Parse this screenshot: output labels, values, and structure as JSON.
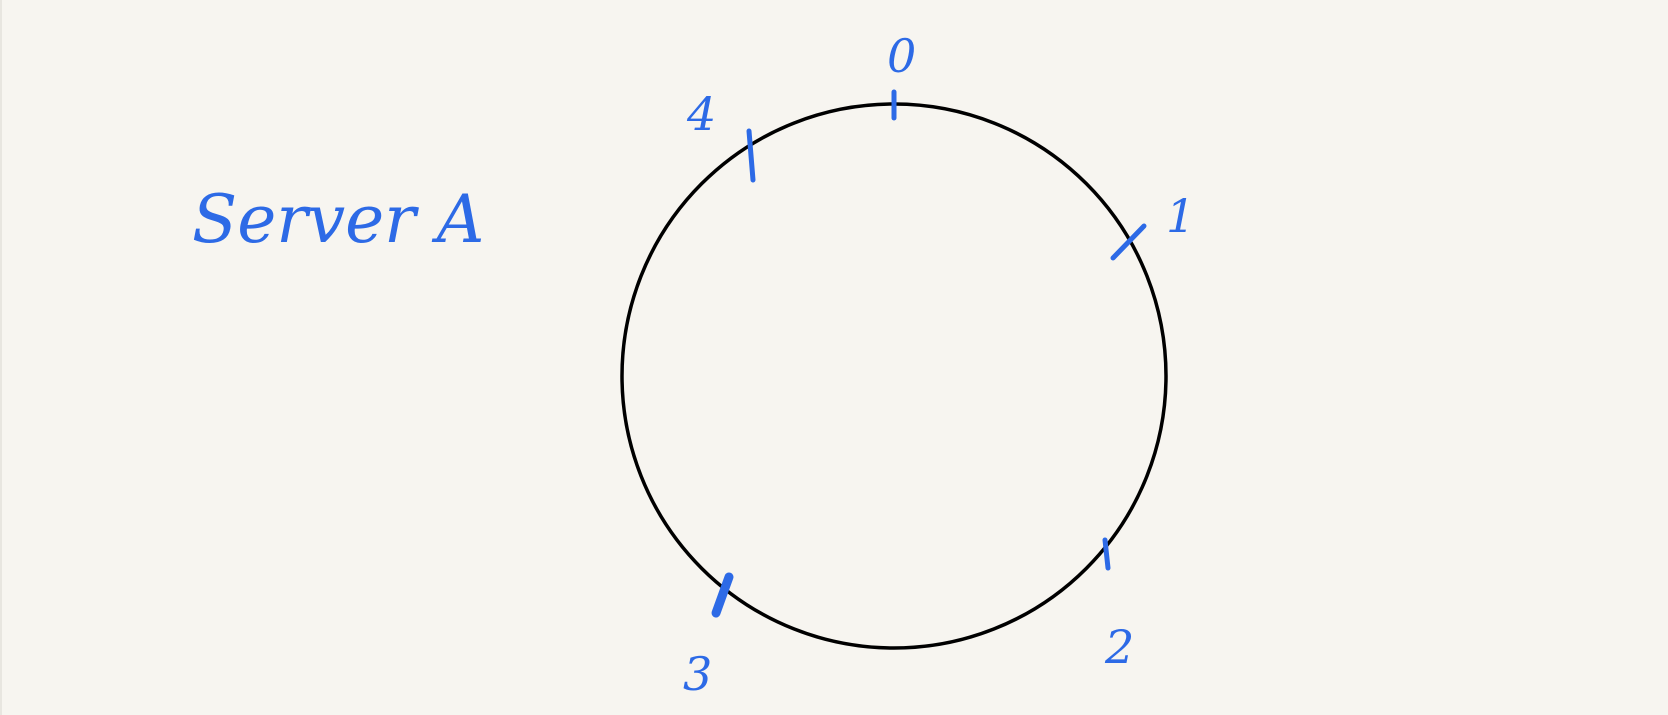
{
  "diagram": {
    "server_label": "Server A",
    "ring": {
      "stroke_color": "#000000"
    },
    "ink_color": "#2d6ae6",
    "ticks": [
      {
        "label": "0"
      },
      {
        "label": "1"
      },
      {
        "label": "2"
      },
      {
        "label": "3"
      },
      {
        "label": "4"
      }
    ]
  }
}
